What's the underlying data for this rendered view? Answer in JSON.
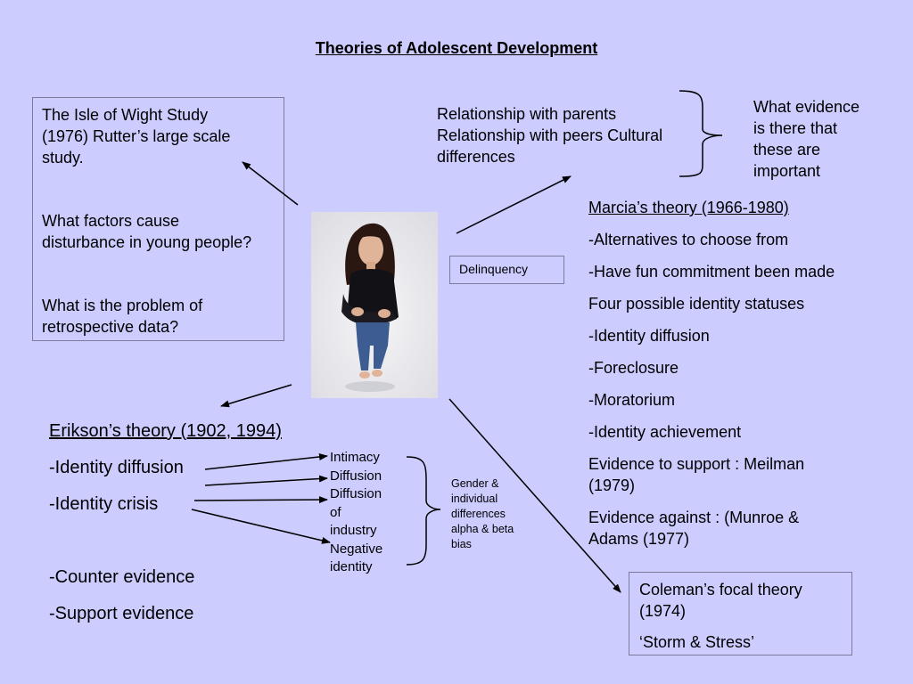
{
  "title": "Theories of Adolescent Development",
  "isle_box": {
    "l1": "The Isle of Wight Study",
    "l2": "(1976)  Rutter’s large scale",
    "l3": "study.",
    "q1a": "What factors cause",
    "q1b": "disturbance in young people?",
    "q2a": "What is the problem of",
    "q2b": "retrospective data?"
  },
  "relationships": {
    "l1": "Relationship with parents",
    "l2": "Relationship with peers Cultural",
    "l3": "differences"
  },
  "evidence_note": {
    "l1": "What evidence",
    "l2": "is there that",
    "l3": "these are",
    "l4": "important"
  },
  "delinquency": "Delinquency",
  "marcia": {
    "heading": "Marcia’s theory (1966-1980)",
    "items": [
      "-Alternatives to choose from",
      "-Have fun commitment been made",
      "Four possible identity statuses",
      "-Identity diffusion",
      "-Foreclosure",
      "-Moratorium",
      "-Identity achievement"
    ],
    "support_a": "Evidence to support : Meilman",
    "support_b": "(1979)",
    "against_a": "Evidence against : (Munroe &",
    "against_b": "Adams (1977)"
  },
  "erikson": {
    "heading": "Erikson’s theory (1902, 1994)",
    "item1": "-Identity diffusion",
    "item2": "-Identity crisis",
    "item3": "-Counter evidence",
    "item4": "-Support evidence"
  },
  "erikson_stages": {
    "l1": "Intimacy",
    "l2": "Diffusion",
    "l3": "Diffusion",
    "l4": "of",
    "l5": "industry",
    "l6": "Negative",
    "l7": "identity"
  },
  "gender_note": {
    "l1": "Gender &",
    "l2": "individual",
    "l3": "differences",
    "l4": "alpha & beta",
    "l5": "bias"
  },
  "coleman": {
    "l1": "Coleman’s focal theory",
    "l2": "(1974)",
    "l3": "‘Storm & Stress’"
  }
}
